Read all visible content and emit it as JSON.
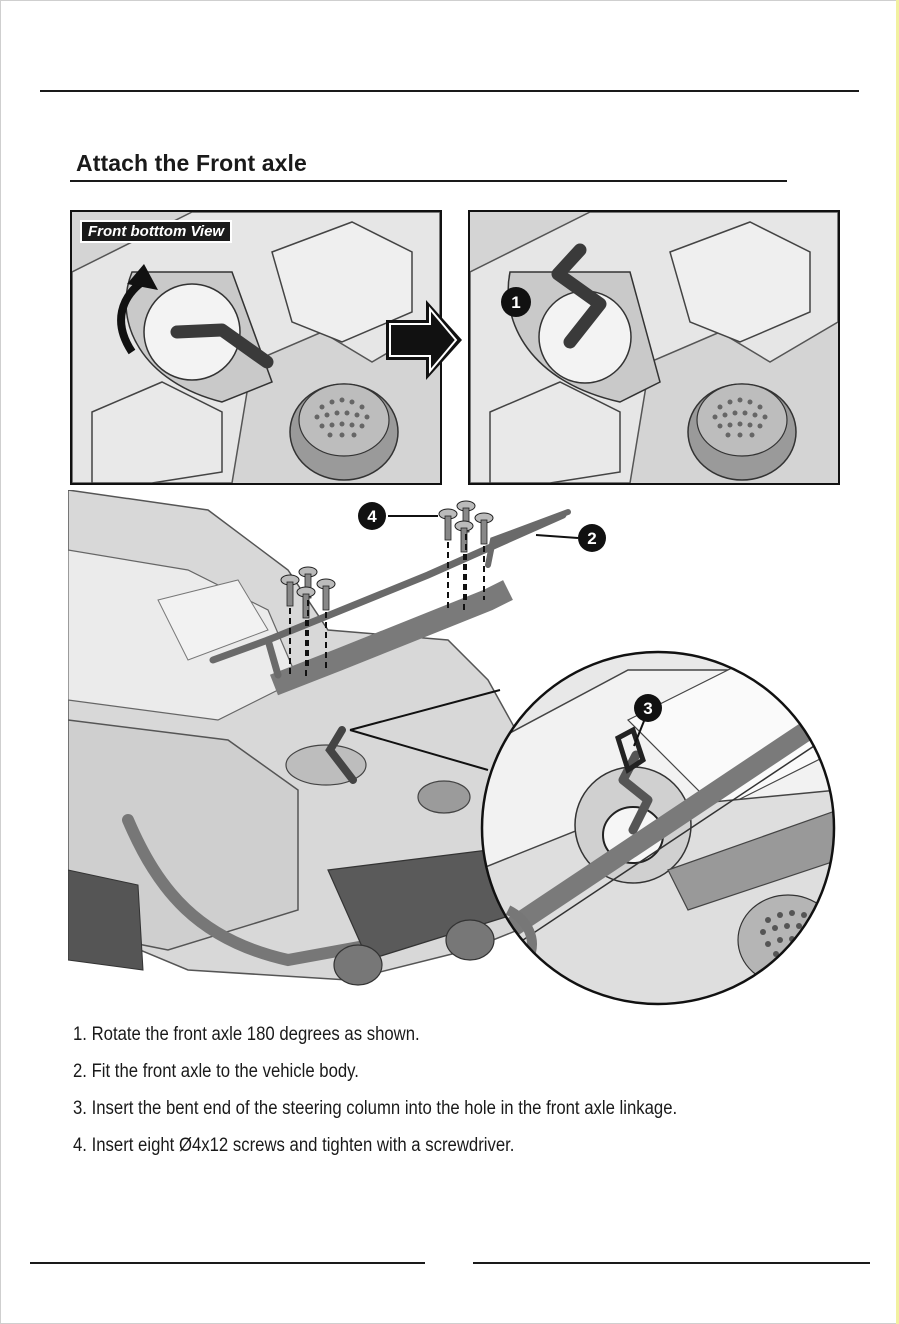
{
  "section": {
    "title": "Attach the Front axle"
  },
  "figure": {
    "view_label": "Front botttom View",
    "callouts": [
      "1",
      "2",
      "3",
      "4"
    ]
  },
  "steps": [
    "1. Rotate the front axle 180 degrees as shown.",
    "2. Fit the front axle to the vehicle body.",
    "3.  Insert the bent end of the steering column into the hole in the front axle linkage.",
    "4.  Insert eight Ø4x12 screws and tighten with a screwdriver."
  ],
  "icons": {
    "transition_arrow": "right-arrow-icon",
    "rotation_arrow": "rotate-arrow-icon",
    "screw": "screw-icon"
  }
}
